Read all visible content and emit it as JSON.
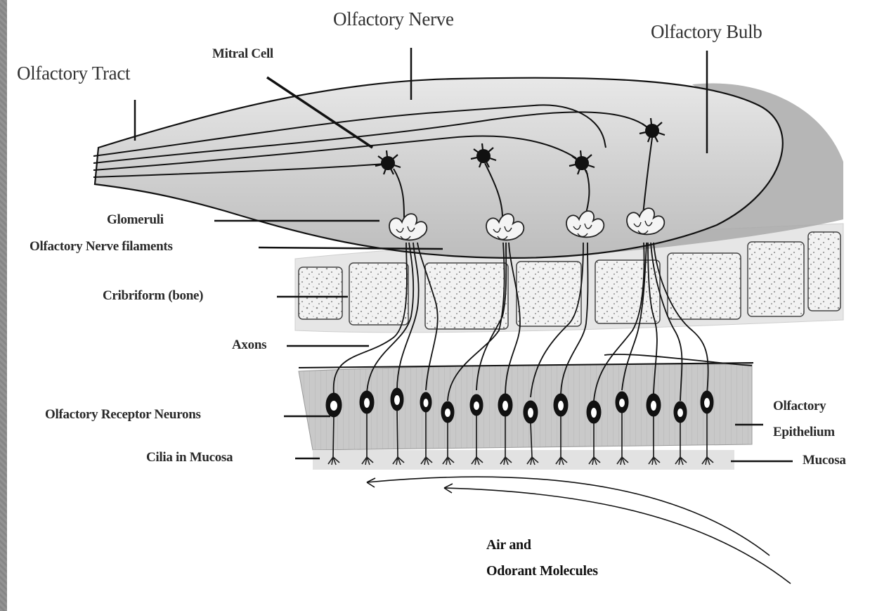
{
  "labels": {
    "olfactory_tract": "Olfactory Tract",
    "olfactory_nerve": "Olfactory Nerve",
    "olfactory_bulb": "Olfactory Bulb",
    "mitral_cell": "Mitral Cell",
    "glomeruli": "Glomeruli",
    "nerve_filaments": "Olfactory Nerve filaments",
    "cribriform": "Cribriform (bone)",
    "axons": "Axons",
    "receptor_neurons": "Olfactory Receptor Neurons",
    "cilia": "Cilia in Mucosa",
    "epithelium_line1": "Olfactory",
    "epithelium_line2": "Epithelium",
    "mucosa": "Mucosa",
    "air_line1": "Air and",
    "air_line2": "Odorant Molecules"
  },
  "colors": {
    "border": "#8d8d8d",
    "bulb_fill": "#d9d9d9",
    "bone_fill": "#ececec",
    "ink": "#111111"
  }
}
